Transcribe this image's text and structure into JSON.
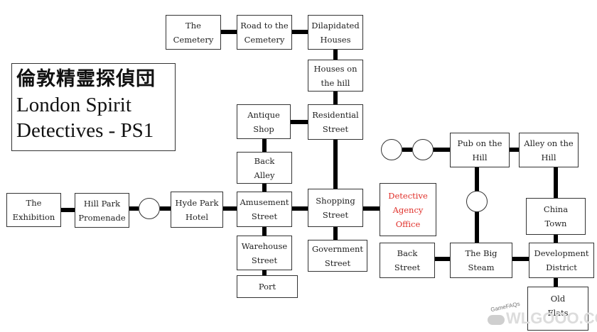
{
  "title": {
    "japanese": "倫敦精霊探偵団",
    "english": "London Spirit\nDetectives - PS1"
  },
  "locations": {
    "the_cemetery": "The\nCemetery",
    "road_to_cemetery": "Road to the\nCemetery",
    "dilapidated_houses": "Dilapidated\nHouses",
    "houses_on_hill": "Houses on\nthe hill",
    "antique_shop": "Antique\nShop",
    "residential_street": "Residential\nStreet",
    "back_alley": "Back\nAlley",
    "the_exhibition": "The\nExhibition",
    "hill_park_promenade": "Hill Park\nPromenade",
    "hyde_park_hotel": "Hyde Park\nHotel",
    "amusement_street": "Amusement\nStreet",
    "shopping_street": "Shopping\nStreet",
    "detective_agency_office": "Detective\nAgency\nOffice",
    "warehouse_street": "Warehouse\nStreet",
    "port": "Port",
    "government_street": "Government\nStreet",
    "back_street": "Back\nStreet",
    "the_big_steam": "The Big\nSteam",
    "development_district": "Development\nDistrict",
    "pub_on_hill": "Pub on the\nHill",
    "alley_on_hill": "Alley on the\nHill",
    "china_town": "China\nTown",
    "old_flats": "Old\nFlats"
  },
  "highlight_color": "#e0302a",
  "watermark": {
    "text": "WLGOOO.COM",
    "small": "GameFAQs"
  }
}
